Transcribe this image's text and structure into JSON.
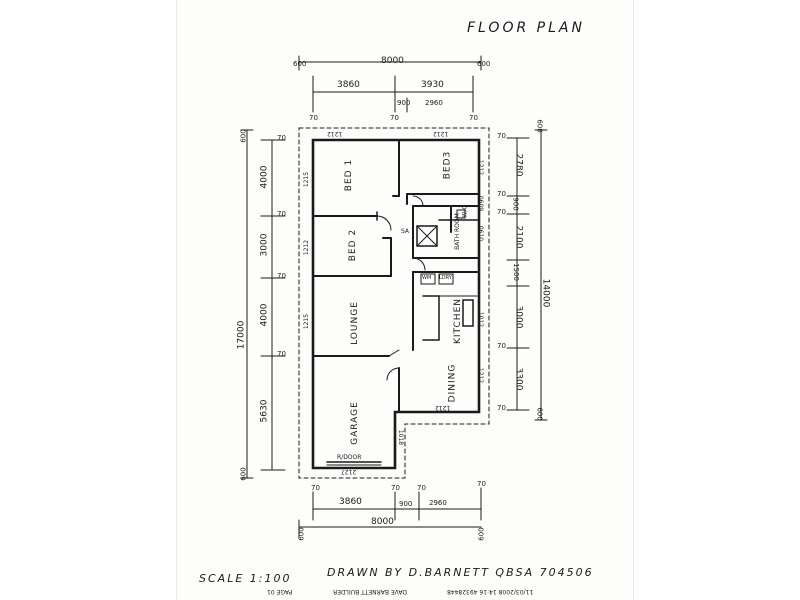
{
  "title": "FLOOR  PLAN",
  "dims_top": {
    "left_margin": "600",
    "total": "8000",
    "right_margin": "600",
    "seg_left": "3860",
    "seg_right": "3930",
    "offset_a": "900",
    "offset_b": "2960",
    "tick_a": "70",
    "tick_b": "70",
    "tick_c": "70"
  },
  "dims_bottom": {
    "tick_a": "70",
    "tick_b": "70",
    "tick_c": "70",
    "tick_d": "70",
    "seg_left": "3860",
    "offset_a": "900",
    "offset_b": "2960",
    "total": "8000",
    "left_margin": "600",
    "right_margin": "600"
  },
  "dims_left": {
    "top_margin": "600",
    "d1": "4000",
    "d2": "3000",
    "d3": "4000",
    "d4": "5630",
    "overall": "17000",
    "bottom_margin": "600",
    "ticks": [
      "70",
      "70",
      "70",
      "70"
    ]
  },
  "dims_right": {
    "top_margin": "600",
    "d1": "2780",
    "d1b": "900",
    "d2": "2100",
    "d2b": "1500",
    "d3": "3000",
    "d4": "3300",
    "overall": "14000",
    "bottom_margin": "600",
    "ticks": [
      "70",
      "70",
      "70",
      "70",
      "70"
    ]
  },
  "rooms": {
    "bed1": "BED 1",
    "bed2": "BED 2",
    "bed3": "BED3",
    "bath": "BATH ROOM",
    "wc": "W/C",
    "lounge": "LOUNGE",
    "kitchen": "KITCHEN",
    "dining": "DINING",
    "garage": "GARAGE",
    "wm": "WM",
    "ldry": "LDRY",
    "sa": "SA",
    "ridoor": "R/DOOR"
  },
  "openings": {
    "w_bed1_top": "1212",
    "w_bed3_top": "1212",
    "w_bed1_side": "1215",
    "w_bed2_side": "1212",
    "w_lounge_side": "1215",
    "w_bed3_side": "1212",
    "w_wc": "0609",
    "w_bath": "0610",
    "w_kitchen": "1012",
    "w_dining_side": "1212",
    "w_dining_bottom": "1212",
    "w_garage_side": "1018",
    "w_ridoor": "2127"
  },
  "footer": {
    "scale": "SCALE  1:100",
    "drawn": "DRAWN  BY  D.BARNETT  QBSA  704506",
    "print_line_1": "11/03/2008  14:16    49328448",
    "print_line_2": "DAVE BARNETT BUILDER",
    "print_line_3": "PAGE  01"
  }
}
